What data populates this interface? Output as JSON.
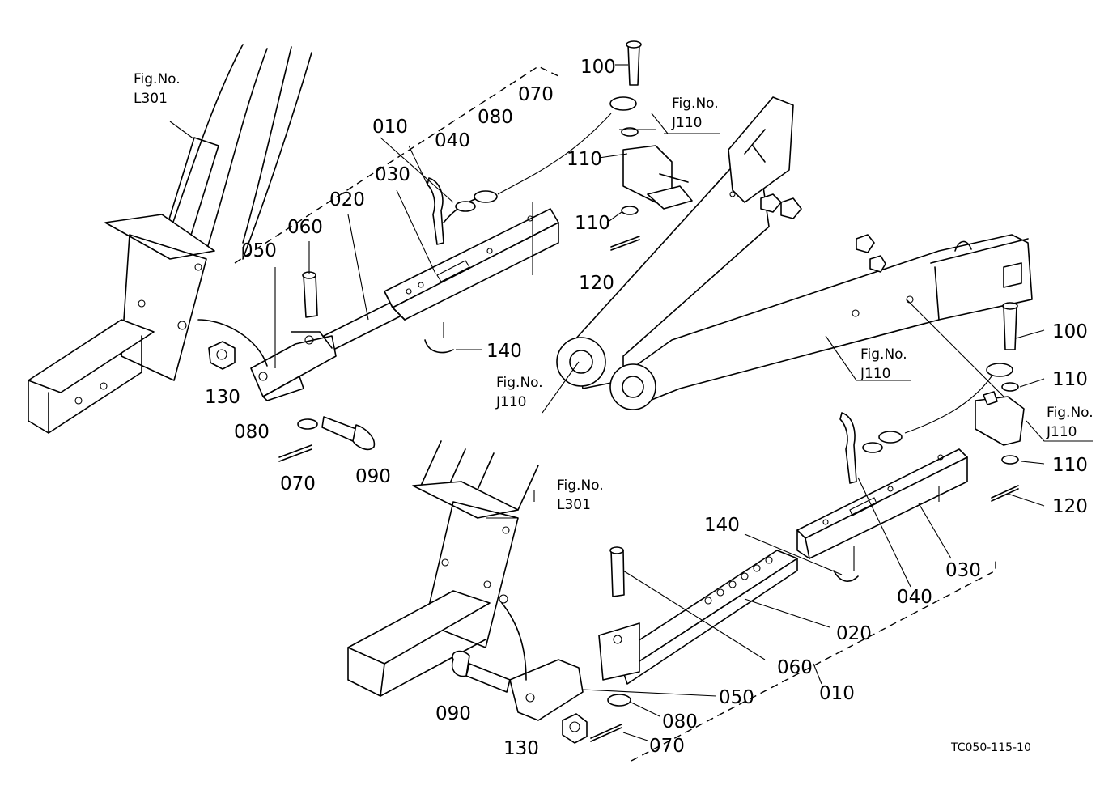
{
  "figure_code": "TC050-115-10",
  "fig_refs": {
    "fig_label": "Fig.No.",
    "l301_top": "L301",
    "l301_bottom": "L301",
    "j110_bracket_top": "J110",
    "j110_arm_end": "J110",
    "j110_arm_mid": "J110",
    "j110_bracket_right": "J110"
  },
  "upper_assembly": {
    "p010": "010",
    "p020": "020",
    "p030": "030",
    "p040": "040",
    "p050": "050",
    "p060": "060",
    "p070_top": "070",
    "p070_bottom": "070",
    "p080_top": "080",
    "p080_bottom": "080",
    "p090": "090",
    "p100": "100",
    "p110_a": "110",
    "p110_b": "110",
    "p120": "120",
    "p130": "130",
    "p140": "140"
  },
  "lower_assembly": {
    "p010": "010",
    "p020": "020",
    "p030": "030",
    "p040": "040",
    "p050": "050",
    "p060": "060",
    "p070": "070",
    "p080": "080",
    "p090": "090",
    "p100": "100",
    "p110_a": "110",
    "p110_b": "110",
    "p120": "120",
    "p130": "130",
    "p140": "140"
  }
}
